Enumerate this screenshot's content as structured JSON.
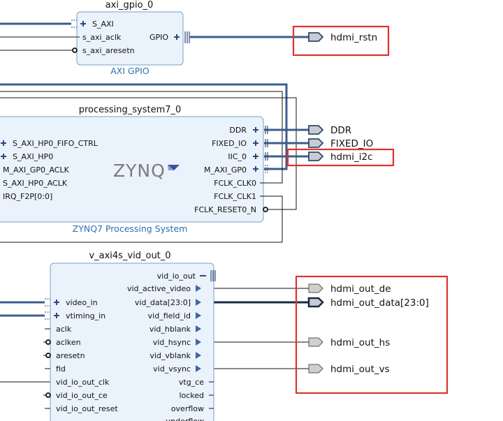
{
  "blocks": {
    "axi_gpio": {
      "instance": "axi_gpio_0",
      "type_label": "AXI GPIO",
      "left_ports": [
        "S_AXI",
        "s_axi_aclk",
        "s_axi_aresetn"
      ],
      "right_ports": [
        "GPIO"
      ]
    },
    "ps7": {
      "instance": "processing_system7_0",
      "type_label": "ZYNQ7 Processing System",
      "logo": "ZYNQ",
      "left_ports": [
        "S_AXI_HP0_FIFO_CTRL",
        "S_AXI_HP0",
        "M_AXI_GP0_ACLK",
        "S_AXI_HP0_ACLK",
        "IRQ_F2P[0:0]"
      ],
      "right_ports": [
        "DDR",
        "FIXED_IO",
        "IIC_0",
        "M_AXI_GP0",
        "FCLK_CLK0",
        "FCLK_CLK1",
        "FCLK_RESET0_N"
      ]
    },
    "vid_out": {
      "instance": "v_axi4s_vid_out_0",
      "left_ports": [
        "video_in",
        "vtiming_in",
        "aclk",
        "aclken",
        "aresetn",
        "fid",
        "vid_io_out_clk",
        "vid_io_out_ce",
        "vid_io_out_reset"
      ],
      "right_ports": [
        "vid_io_out",
        "vid_active_video",
        "vid_data[23:0]",
        "vid_field_id",
        "vid_hblank",
        "vid_hsync",
        "vid_vblank",
        "vid_vsync",
        "vtg_ce",
        "locked",
        "overflow",
        "underflow"
      ]
    }
  },
  "external_ports": [
    "hdmi_rstn",
    "DDR",
    "FIXED_IO",
    "hdmi_i2c",
    "hdmi_out_de",
    "hdmi_out_data[23:0]",
    "hdmi_out_hs",
    "hdmi_out_vs"
  ],
  "colors": {
    "block_fill": "#eaf2fb",
    "block_border": "#7aa0c8",
    "bus": "#3c5d8d",
    "highlight": "#e03131",
    "type_label": "#2f6fb0"
  },
  "icons": {
    "interface_pin": "plus-icon",
    "output_pin": "triangle-right-icon",
    "inverted_pin": "circle-icon",
    "external_port": "pentagon-port-icon"
  }
}
